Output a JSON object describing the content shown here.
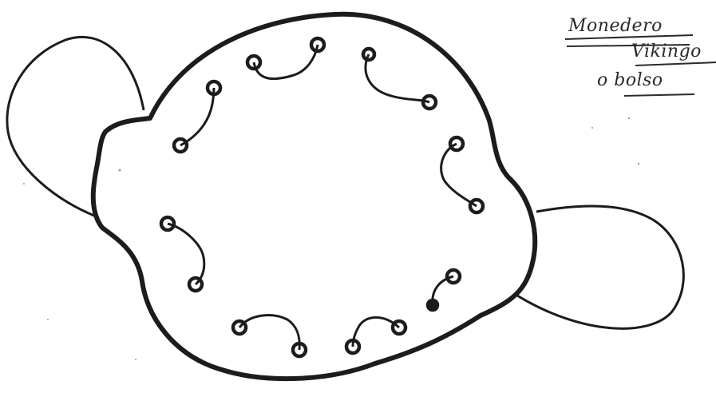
{
  "labels": {
    "line1": "Monedero",
    "line2": "Vikingo",
    "line3": "o bolso"
  },
  "colors": {
    "ink": "#1c1c1c",
    "paper": "#ffffff",
    "underline": "#2a2a2a"
  }
}
